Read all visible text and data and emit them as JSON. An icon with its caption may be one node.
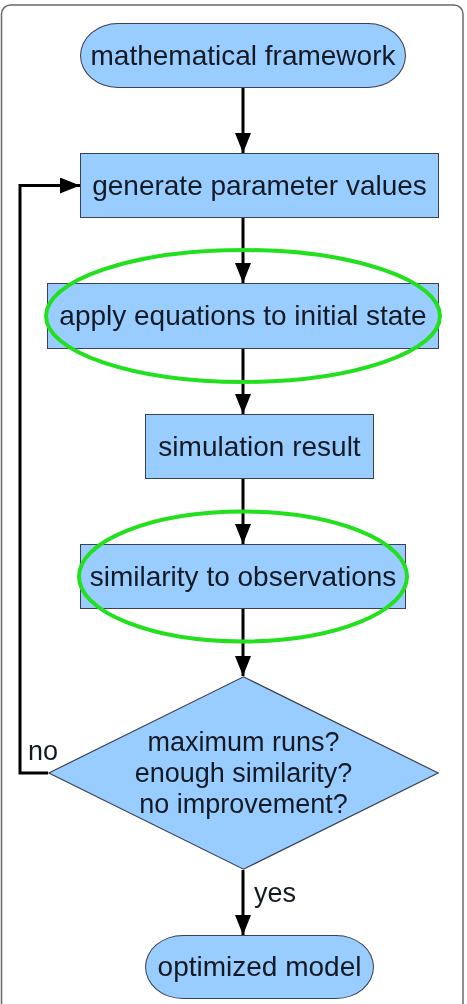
{
  "diagram": {
    "nodes": [
      {
        "text": [
          "mathematical framework"
        ]
      },
      {
        "text": [
          "generate parameter values"
        ]
      },
      {
        "text": [
          "apply equations to initial state"
        ]
      },
      {
        "text": [
          "simulation result"
        ]
      },
      {
        "text": [
          "similarity to observations"
        ]
      },
      {
        "text": [
          "maximum runs? enough similarity? no improvement?"
        ]
      },
      {
        "text": [
          "optimized model"
        ]
      }
    ],
    "edges": [
      {
        "from": 0,
        "to": 1,
        "arrow": "to"
      },
      {
        "from": 1,
        "to": 2,
        "arrow": "to"
      },
      {
        "from": 2,
        "to": 3,
        "arrow": "to"
      },
      {
        "from": 3,
        "to": 4,
        "arrow": "to"
      },
      {
        "from": 4,
        "to": 5,
        "arrow": "to"
      },
      {
        "from": 5,
        "to": 1,
        "arrow": "to",
        "label": "no"
      },
      {
        "from": 5,
        "to": 6,
        "arrow": "to",
        "label": "yes"
      }
    ]
  }
}
